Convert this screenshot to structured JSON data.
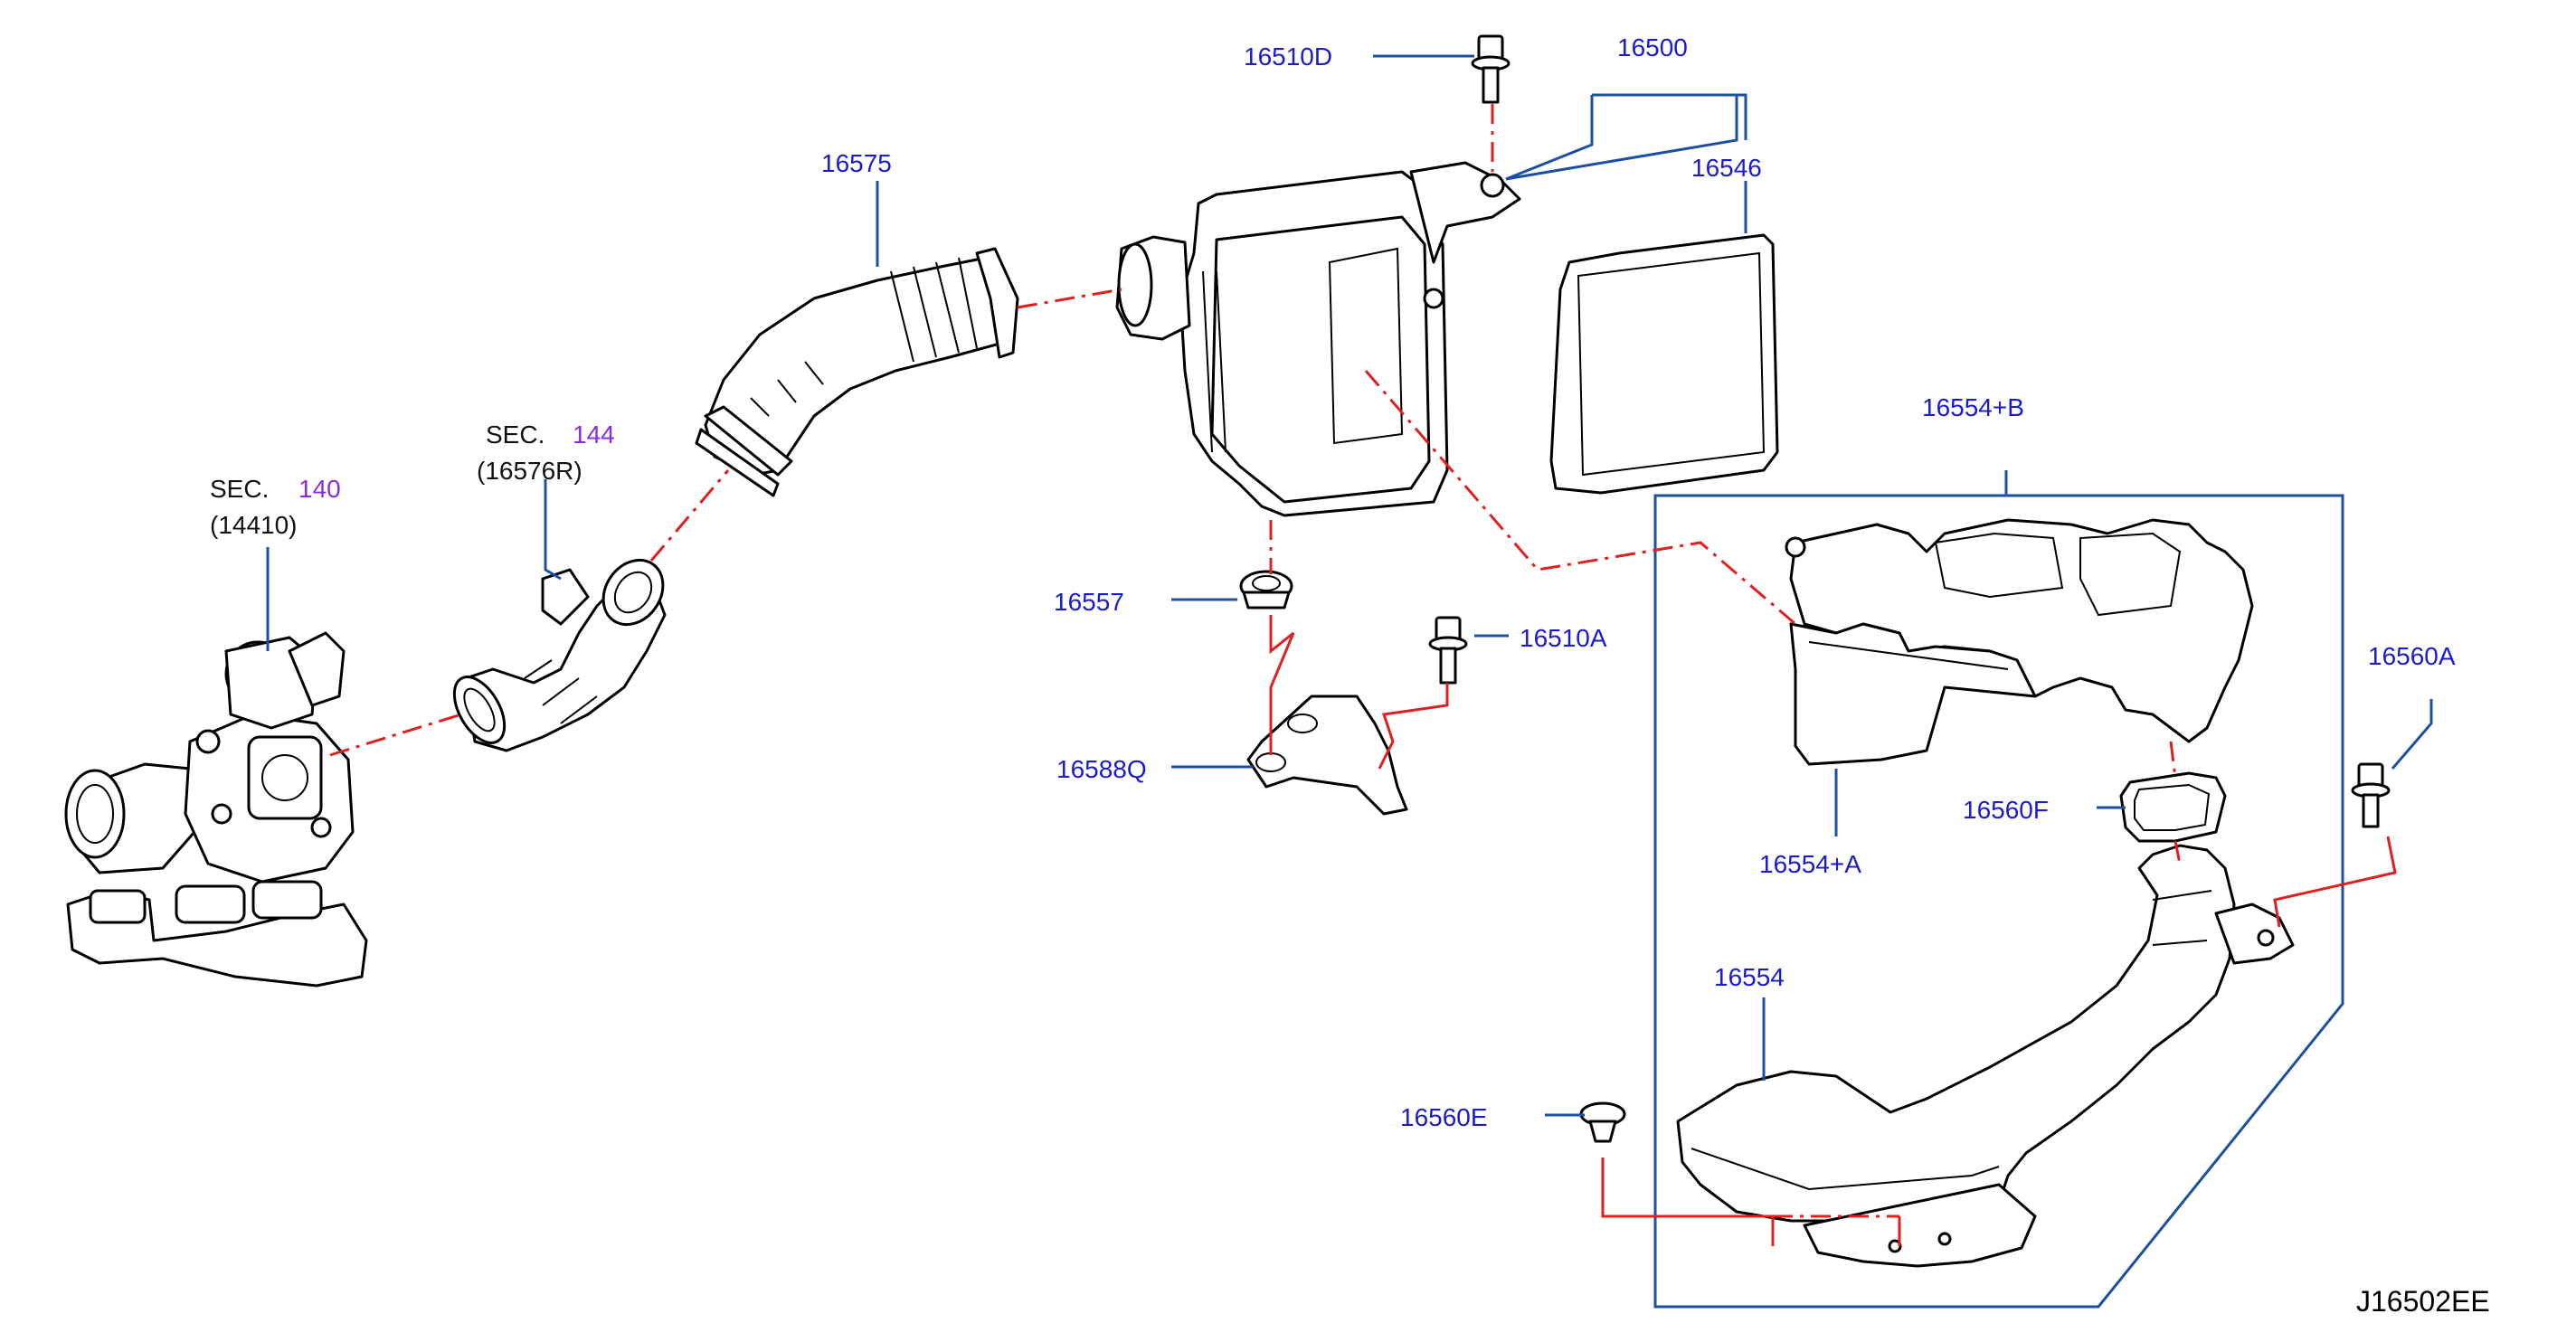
{
  "diagram_code": "J16502EE",
  "labels": {
    "l16510D": "16510D",
    "l16500": "16500",
    "l16575": "16575",
    "l16546": "16546",
    "l16554B": "16554+B",
    "sec140_a": "SEC.",
    "sec140_b": "140",
    "sec140_c": "(14410)",
    "sec144_a": "SEC.",
    "sec144_b": "144",
    "sec144_c": "(16576R)",
    "l16557": "16557",
    "l16510A": "16510A",
    "l16588Q": "16588Q",
    "l16560A": "16560A",
    "l16560F": "16560F",
    "l16554A": "16554+A",
    "l16554": "16554",
    "l16560E": "16560E"
  },
  "colors": {
    "part_label": "#1a1ad0",
    "section_ref": "#8a2be2",
    "leader": "#1c4fa0",
    "centerline": "#e02020"
  }
}
